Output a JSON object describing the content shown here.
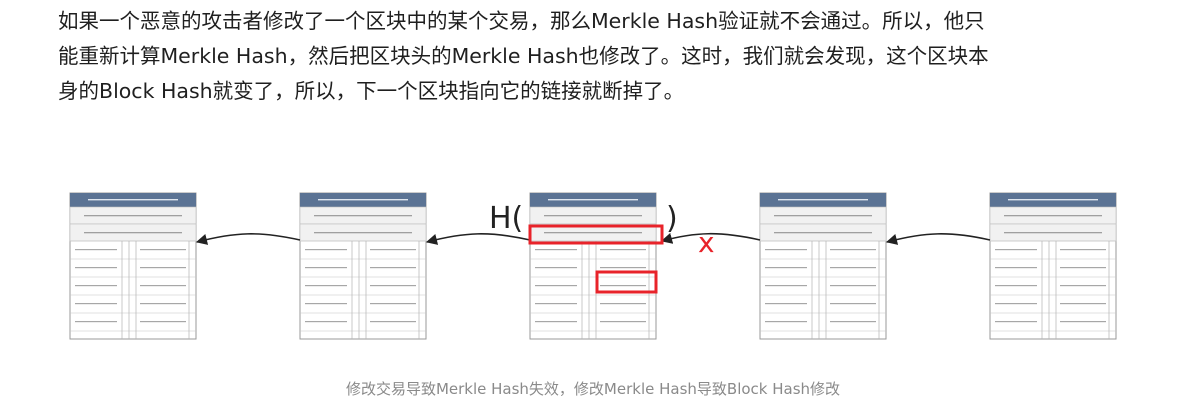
{
  "article": {
    "lines": [
      "如果一个恶意的攻击者修改了一个区块中的某个交易，那么Merkle Hash验证就不会通过。所以，他只",
      "能重新计算Merkle Hash，然后把区块头的Merkle Hash也修改了。这时，我们就会发现，这个区块本",
      "身的Block Hash就变了，所以，下一个区块指向它的链接就断掉了。"
    ]
  },
  "figure": {
    "hash_open_label": "H(",
    "hash_close_label": ")",
    "broken_mark": "x",
    "caption": "修改交易导致Merkle Hash失效，修改Merkle Hash导致Block Hash修改",
    "colors": {
      "header": "#5b7394",
      "highlight": "#e8232a",
      "border": "#9a9a9a",
      "row": "#f1f1f1"
    },
    "block_count": 5
  }
}
